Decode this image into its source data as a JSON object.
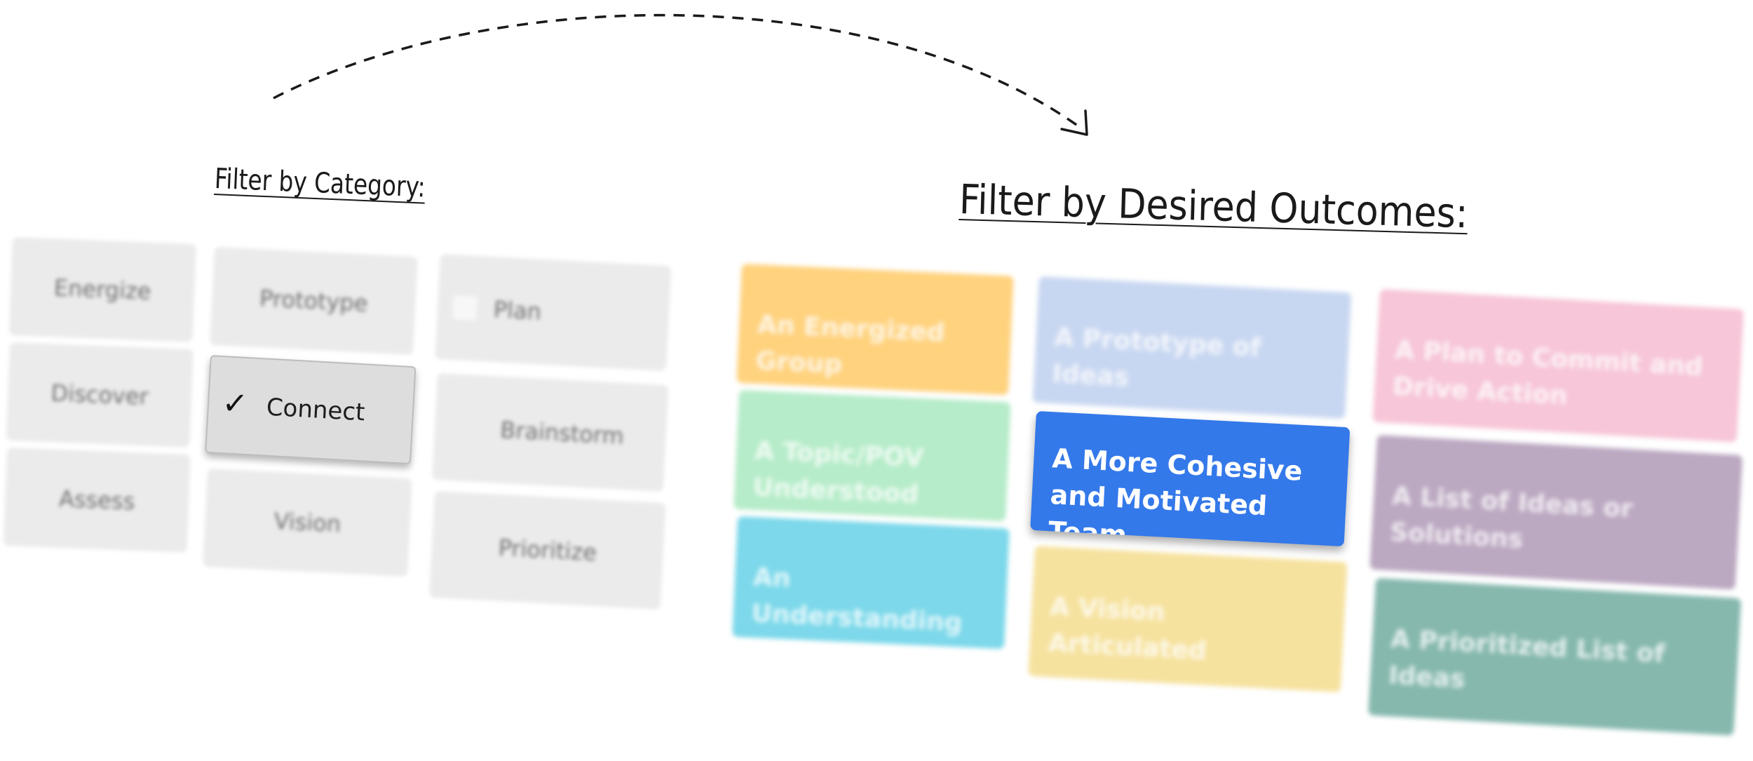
{
  "arrow": {
    "style": "dashed-curve",
    "icon": "arrow-head-icon",
    "color": "#1a1a1a"
  },
  "category_filter": {
    "title": "Filter by Category:",
    "items": [
      {
        "label": "Energize",
        "selected": false
      },
      {
        "label": "Prototype",
        "selected": false
      },
      {
        "label": "Plan",
        "selected": false
      },
      {
        "label": "Discover",
        "selected": false
      },
      {
        "label": "Connect",
        "selected": true
      },
      {
        "label": "Brainstorm",
        "selected": false
      },
      {
        "label": "Assess",
        "selected": false
      },
      {
        "label": "Vision",
        "selected": false
      },
      {
        "label": "Prioritize",
        "selected": false
      }
    ],
    "check_glyph": "✓"
  },
  "outcome_filter": {
    "title": "Filter by Desired Outcomes:",
    "items": [
      {
        "label": "An Energized Group",
        "color": "#ffd27e",
        "selected": false
      },
      {
        "label": "A Prototype of Ideas",
        "color": "#c8d7f1",
        "selected": false
      },
      {
        "label": "A Plan to Commit and Drive Action",
        "color": "#f7c6d8",
        "selected": false
      },
      {
        "label": "A Topic/POV Understood",
        "color": "#b6ecc9",
        "selected": false
      },
      {
        "label": "A More Cohesive and Motivated Team",
        "color": "#3479ea",
        "selected": true
      },
      {
        "label": "A List of Ideas or Solutions",
        "color": "#bba8c1",
        "selected": false
      },
      {
        "label": "An Understanding of the Context",
        "color": "#7cd8ea",
        "selected": false
      },
      {
        "label": "A Vision Articulated",
        "color": "#f6e29f",
        "selected": false
      },
      {
        "label": "A Prioritized List of Ideas",
        "color": "#86b8ae",
        "selected": false
      }
    ]
  }
}
